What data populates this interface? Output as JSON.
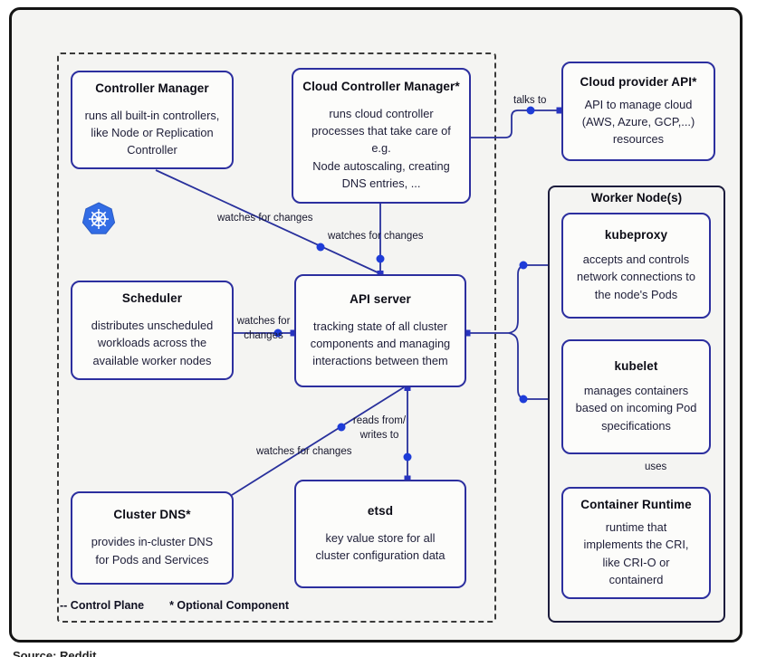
{
  "page": {
    "caption": "Source: Reddit"
  },
  "legend": {
    "control_plane": "-- Control Plane",
    "optional_component": "* Optional Component"
  },
  "control_plane": {
    "nodes": {
      "controller_manager": {
        "title": "Controller Manager",
        "body": "runs all built-in controllers,\nlike Node or Replication\nController"
      },
      "cloud_controller_manager": {
        "title": "Cloud Controller Manager*",
        "body": "runs cloud controller\nprocesses that take care of\ne.g.\nNode autoscaling, creating\nDNS entries, ..."
      },
      "scheduler": {
        "title": "Scheduler",
        "body": "distributes unscheduled\nworkloads across the\navailable worker nodes"
      },
      "api_server": {
        "title": "API server",
        "body": "tracking state of all cluster\ncomponents and managing\ninteractions between them"
      },
      "cluster_dns": {
        "title": "Cluster DNS*",
        "body": "provides in-cluster DNS\nfor Pods and Services"
      },
      "etsd": {
        "title": "etsd",
        "body": "key value store for all\ncluster configuration data"
      }
    }
  },
  "cloud_provider_api": {
    "title": "Cloud provider API*",
    "body": "API to manage cloud\n(AWS, Azure, GCP,...)\nresources"
  },
  "worker_nodes": {
    "title": "Worker Node(s)",
    "nodes": {
      "kubeproxy": {
        "title": "kubeproxy",
        "body": "accepts and controls\nnetwork connections to\nthe node's Pods"
      },
      "kubelet": {
        "title": "kubelet",
        "body": "manages containers\nbased on incoming Pod\nspecifications"
      },
      "container_runtime": {
        "title": "Container Runtime",
        "body": "runtime that\nimplements the CRI,\nlike CRI-O or\ncontainerd"
      }
    }
  },
  "edge_labels": {
    "talks_to": "talks to",
    "cm_watches": "watches for changes",
    "ccm_watches": "watches for changes",
    "scheduler_watches": "watches for\nchanges",
    "reads_writes": "reads from/\nwrites to",
    "dns_watches": "watches for changes",
    "uses": "uses"
  },
  "icons": {
    "kubernetes_logo": "kubernetes-helm-wheel"
  },
  "colors": {
    "line": "#28309c",
    "dot": "#1e3cd8",
    "box_border": "#2c2f9f",
    "frame_border": "#141414",
    "kubernetes_blue": "#326ce5"
  }
}
